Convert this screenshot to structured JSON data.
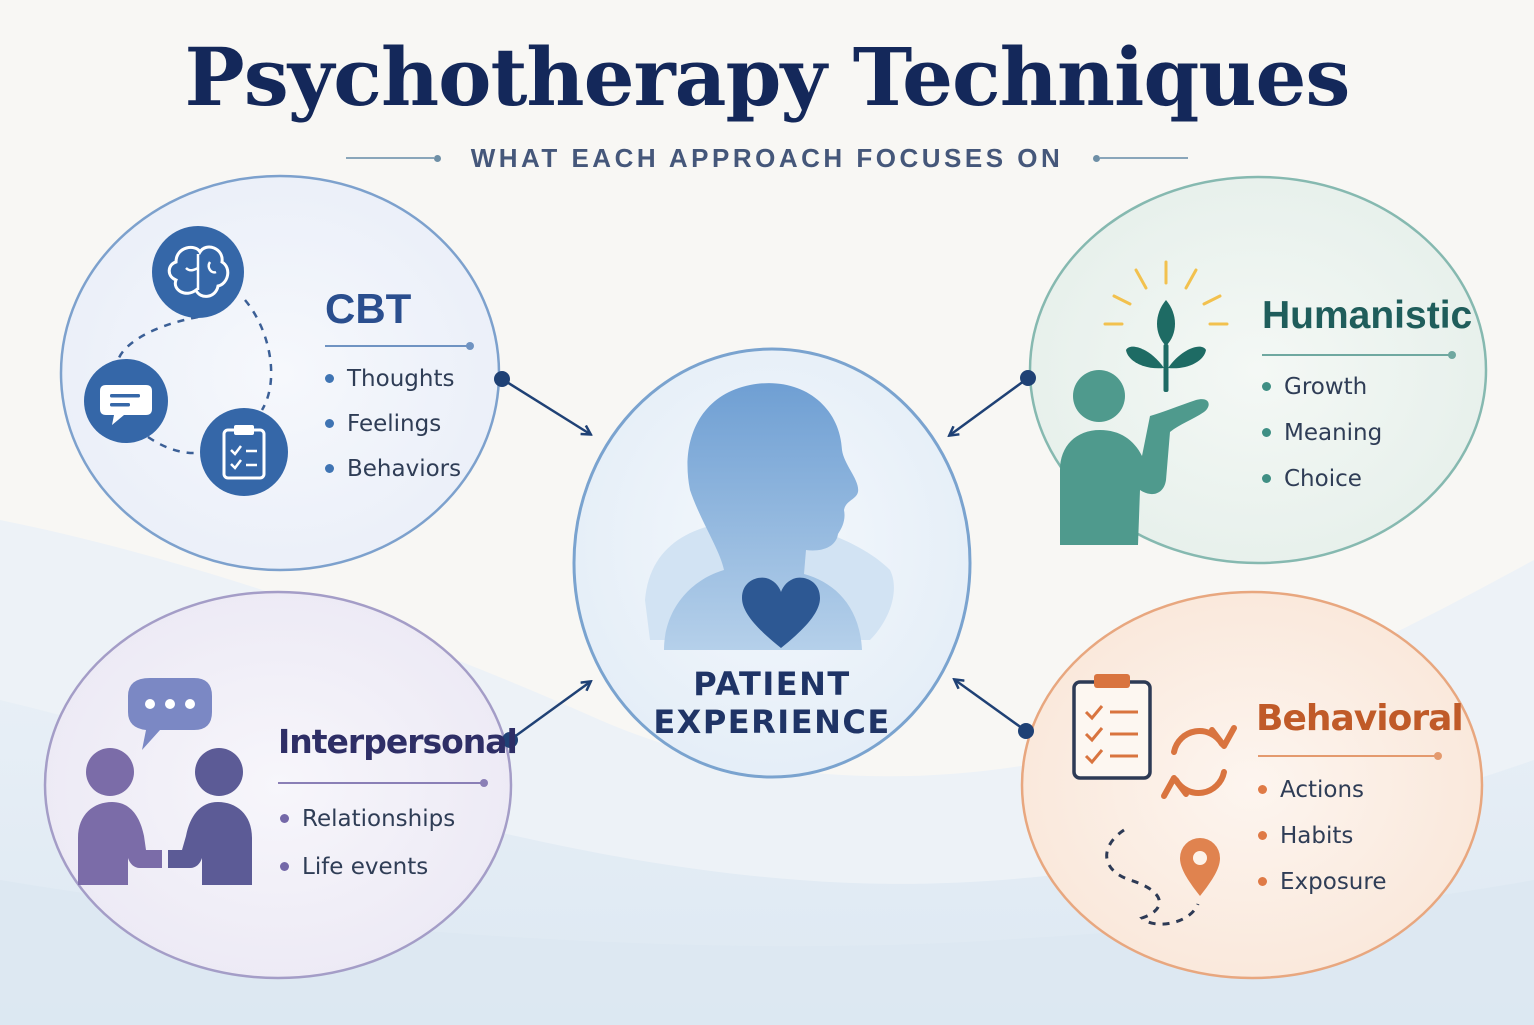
{
  "title": "Psychotherapy Techniques",
  "subtitle": "WHAT EACH APPROACH FOCUSES ON",
  "center": {
    "line1": "PATIENT",
    "line2": "EXPERIENCE"
  },
  "approaches": {
    "cbt": {
      "name": "CBT",
      "items": [
        "Thoughts",
        "Feelings",
        "Behaviors"
      ],
      "color": "#2a4e8e"
    },
    "humanistic": {
      "name": "Humanistic",
      "items": [
        "Growth",
        "Meaning",
        "Choice"
      ],
      "color": "#1f5d5b"
    },
    "interpersonal": {
      "name": "Interpersonal",
      "items": [
        "Relationships",
        "Life events"
      ],
      "color": "#2e2e66"
    },
    "behavioral": {
      "name": "Behavioral",
      "items": [
        "Actions",
        "Habits",
        "Exposure"
      ],
      "color": "#c05a28"
    }
  },
  "icons": {
    "cbt": [
      "brain-icon",
      "speech-bubble-icon",
      "clipboard-icon"
    ],
    "humanistic": [
      "person-with-plant-icon",
      "sprout-icon"
    ],
    "interpersonal": [
      "two-people-talking-icon",
      "chat-bubble-icon"
    ],
    "behavioral": [
      "checklist-icon",
      "cycle-arrows-icon",
      "path-icon",
      "location-pin-icon"
    ],
    "center": [
      "person-head-icon",
      "heart-icon"
    ]
  }
}
